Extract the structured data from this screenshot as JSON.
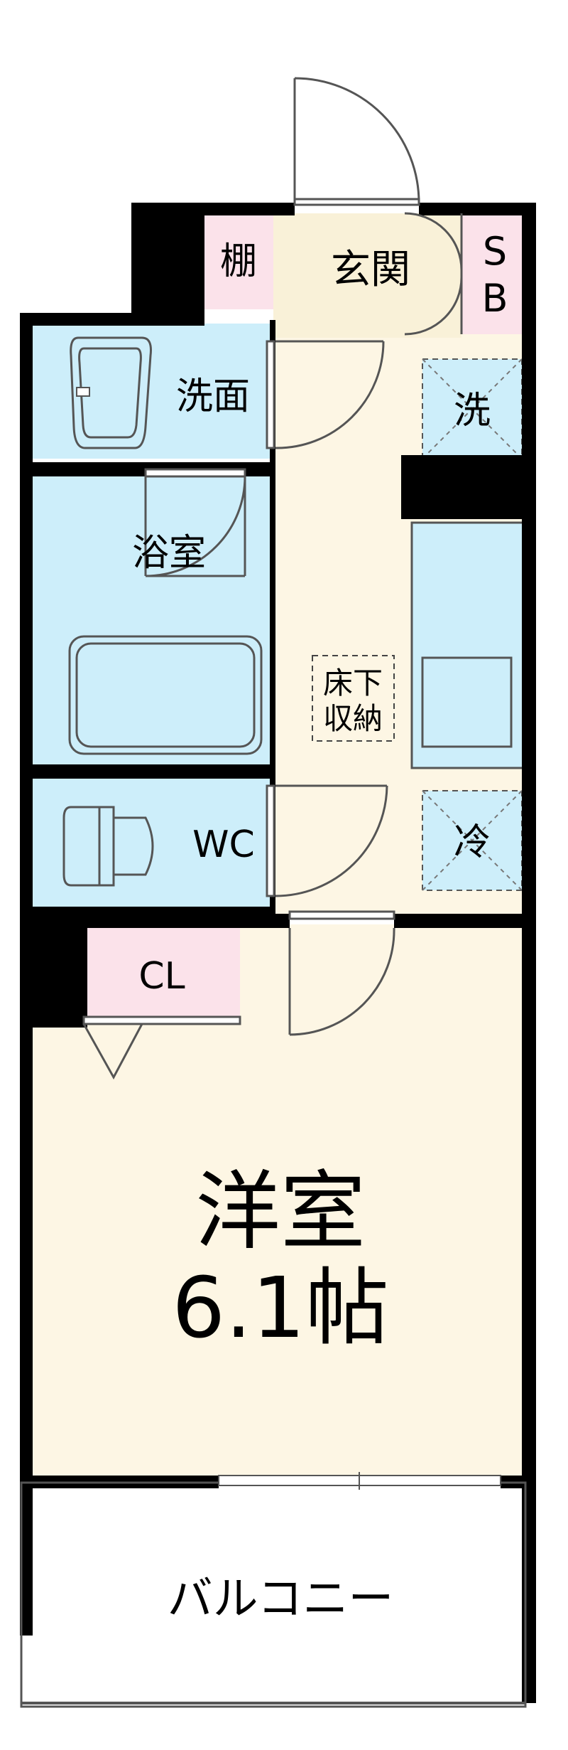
{
  "rooms": {
    "shelf": "棚",
    "entrance": "玄関",
    "shoe_box_s": "S",
    "shoe_box_b": "B",
    "washroom": "洗面",
    "washer": "洗",
    "bathroom": "浴室",
    "underfloor_line1": "床下",
    "underfloor_line2": "収納",
    "toilet": "WC",
    "fridge": "冷",
    "closet": "CL",
    "western_room": "洋室",
    "western_room_size": "6.1帖",
    "balcony": "バルコニー"
  },
  "colors": {
    "wall": "#000000",
    "wet_area": "#cdeefa",
    "floor": "#fdf6e4",
    "storage": "#fbe2ea",
    "entrance_floor": "#f9f1d8"
  }
}
